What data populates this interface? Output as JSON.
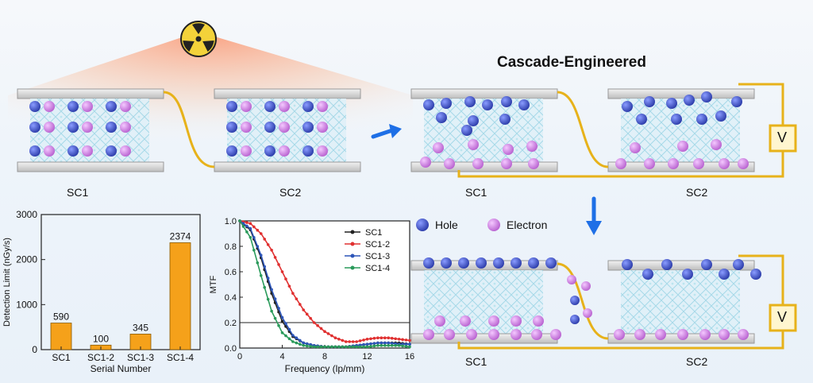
{
  "labels": {
    "top_left_sc1": "SC1",
    "top_left_sc2": "SC2",
    "top_right_title": "Cascade-Engineered",
    "top_right_sc1": "SC1",
    "top_right_sc2": "SC2",
    "bottom_right_sc1": "SC1",
    "bottom_right_sc2": "SC2",
    "voltmeter_top": "V",
    "voltmeter_bottom": "V",
    "legend_hole": "Hole",
    "legend_electron": "Electron"
  },
  "colors": {
    "hole": "#3a4fc4",
    "electron": "#d07ae0",
    "wire": "#e7b21a",
    "bar": "#f5a11a",
    "arrow": "#1e6fe6"
  },
  "icons": [
    "radiation-icon",
    "arrow-right-icon",
    "arrow-down-icon",
    "voltmeter-icon"
  ],
  "chart_data": [
    {
      "type": "bar",
      "categories": [
        "SC1",
        "SC1-2",
        "SC1-3",
        "SC1-4"
      ],
      "values": [
        590,
        100,
        345,
        2374
      ],
      "value_labels": [
        "590",
        "100",
        "345",
        "2374"
      ],
      "xlabel": "Serial Number",
      "ylabel": "Detection Limit (nGy/s)",
      "ylim": [
        0,
        3000
      ],
      "yticks": [
        0,
        1000,
        2000,
        3000
      ],
      "ytick_labels": [
        "0",
        "1000",
        "2000",
        "3000"
      ],
      "grid": false
    },
    {
      "type": "line",
      "xlabel": "Frequency (lp/mm)",
      "ylabel": "MTF",
      "xlim": [
        0,
        16
      ],
      "ylim": [
        0,
        1.0
      ],
      "xticks": [
        0,
        4,
        8,
        12,
        16
      ],
      "xtick_labels": [
        "0",
        "4",
        "8",
        "12",
        "16"
      ],
      "yticks": [
        0.0,
        0.2,
        0.4,
        0.6,
        0.8,
        1.0
      ],
      "ytick_labels": [
        "0.0",
        "0.2",
        "0.4",
        "0.6",
        "0.8",
        "1.0"
      ],
      "reference_line_y": 0.2,
      "legend_position": "top-right",
      "series": [
        {
          "name": "SC1",
          "color": "#222222",
          "x": [
            0,
            1,
            2,
            3,
            4,
            5,
            6,
            7,
            8,
            9,
            10,
            11,
            12,
            13,
            14,
            15,
            16
          ],
          "y": [
            1.0,
            0.93,
            0.71,
            0.43,
            0.21,
            0.09,
            0.04,
            0.02,
            0.01,
            0.01,
            0.01,
            0.02,
            0.03,
            0.04,
            0.04,
            0.04,
            0.03
          ]
        },
        {
          "name": "SC1-2",
          "color": "#e03030",
          "x": [
            0,
            1,
            2,
            3,
            4,
            5,
            6,
            7,
            8,
            9,
            10,
            11,
            12,
            13,
            14,
            15,
            16
          ],
          "y": [
            1.0,
            0.98,
            0.9,
            0.77,
            0.6,
            0.43,
            0.3,
            0.2,
            0.13,
            0.08,
            0.05,
            0.05,
            0.07,
            0.08,
            0.08,
            0.07,
            0.06
          ]
        },
        {
          "name": "SC1-3",
          "color": "#2d55b8",
          "x": [
            0,
            1,
            2,
            3,
            4,
            5,
            6,
            7,
            8,
            9,
            10,
            11,
            12,
            13,
            14,
            15,
            16
          ],
          "y": [
            1.0,
            0.94,
            0.73,
            0.46,
            0.24,
            0.1,
            0.04,
            0.02,
            0.01,
            0.01,
            0.01,
            0.02,
            0.03,
            0.04,
            0.04,
            0.03,
            0.03
          ]
        },
        {
          "name": "SC1-4",
          "color": "#2a9a5a",
          "x": [
            0,
            1,
            2,
            3,
            4,
            5,
            6,
            7,
            8,
            9,
            10,
            11,
            12,
            13,
            14,
            15,
            16
          ],
          "y": [
            1.0,
            0.87,
            0.57,
            0.29,
            0.12,
            0.05,
            0.02,
            0.01,
            0.01,
            0.01,
            0.01,
            0.01,
            0.01,
            0.02,
            0.02,
            0.02,
            0.01
          ]
        }
      ]
    }
  ]
}
